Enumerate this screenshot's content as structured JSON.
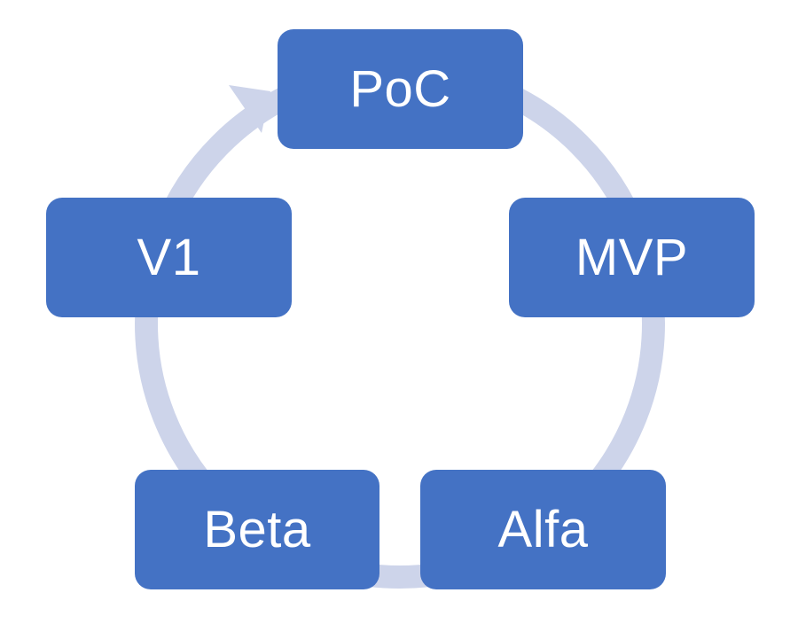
{
  "diagram": {
    "type": "cycle",
    "colors": {
      "node_fill": "#4472C4",
      "node_text": "#FFFFFF",
      "connector": "#CDD4EA",
      "background": "#FFFFFF"
    },
    "nodes": [
      {
        "id": "poc",
        "label": "PoC"
      },
      {
        "id": "mvp",
        "label": "MVP"
      },
      {
        "id": "alfa",
        "label": "Alfa"
      },
      {
        "id": "beta",
        "label": "Beta"
      },
      {
        "id": "v1",
        "label": "V1"
      }
    ],
    "edges": [
      {
        "from": "poc",
        "to": "mvp"
      },
      {
        "from": "mvp",
        "to": "alfa"
      },
      {
        "from": "alfa",
        "to": "beta"
      },
      {
        "from": "beta",
        "to": "v1"
      },
      {
        "from": "v1",
        "to": "poc",
        "arrowhead": true
      }
    ]
  }
}
